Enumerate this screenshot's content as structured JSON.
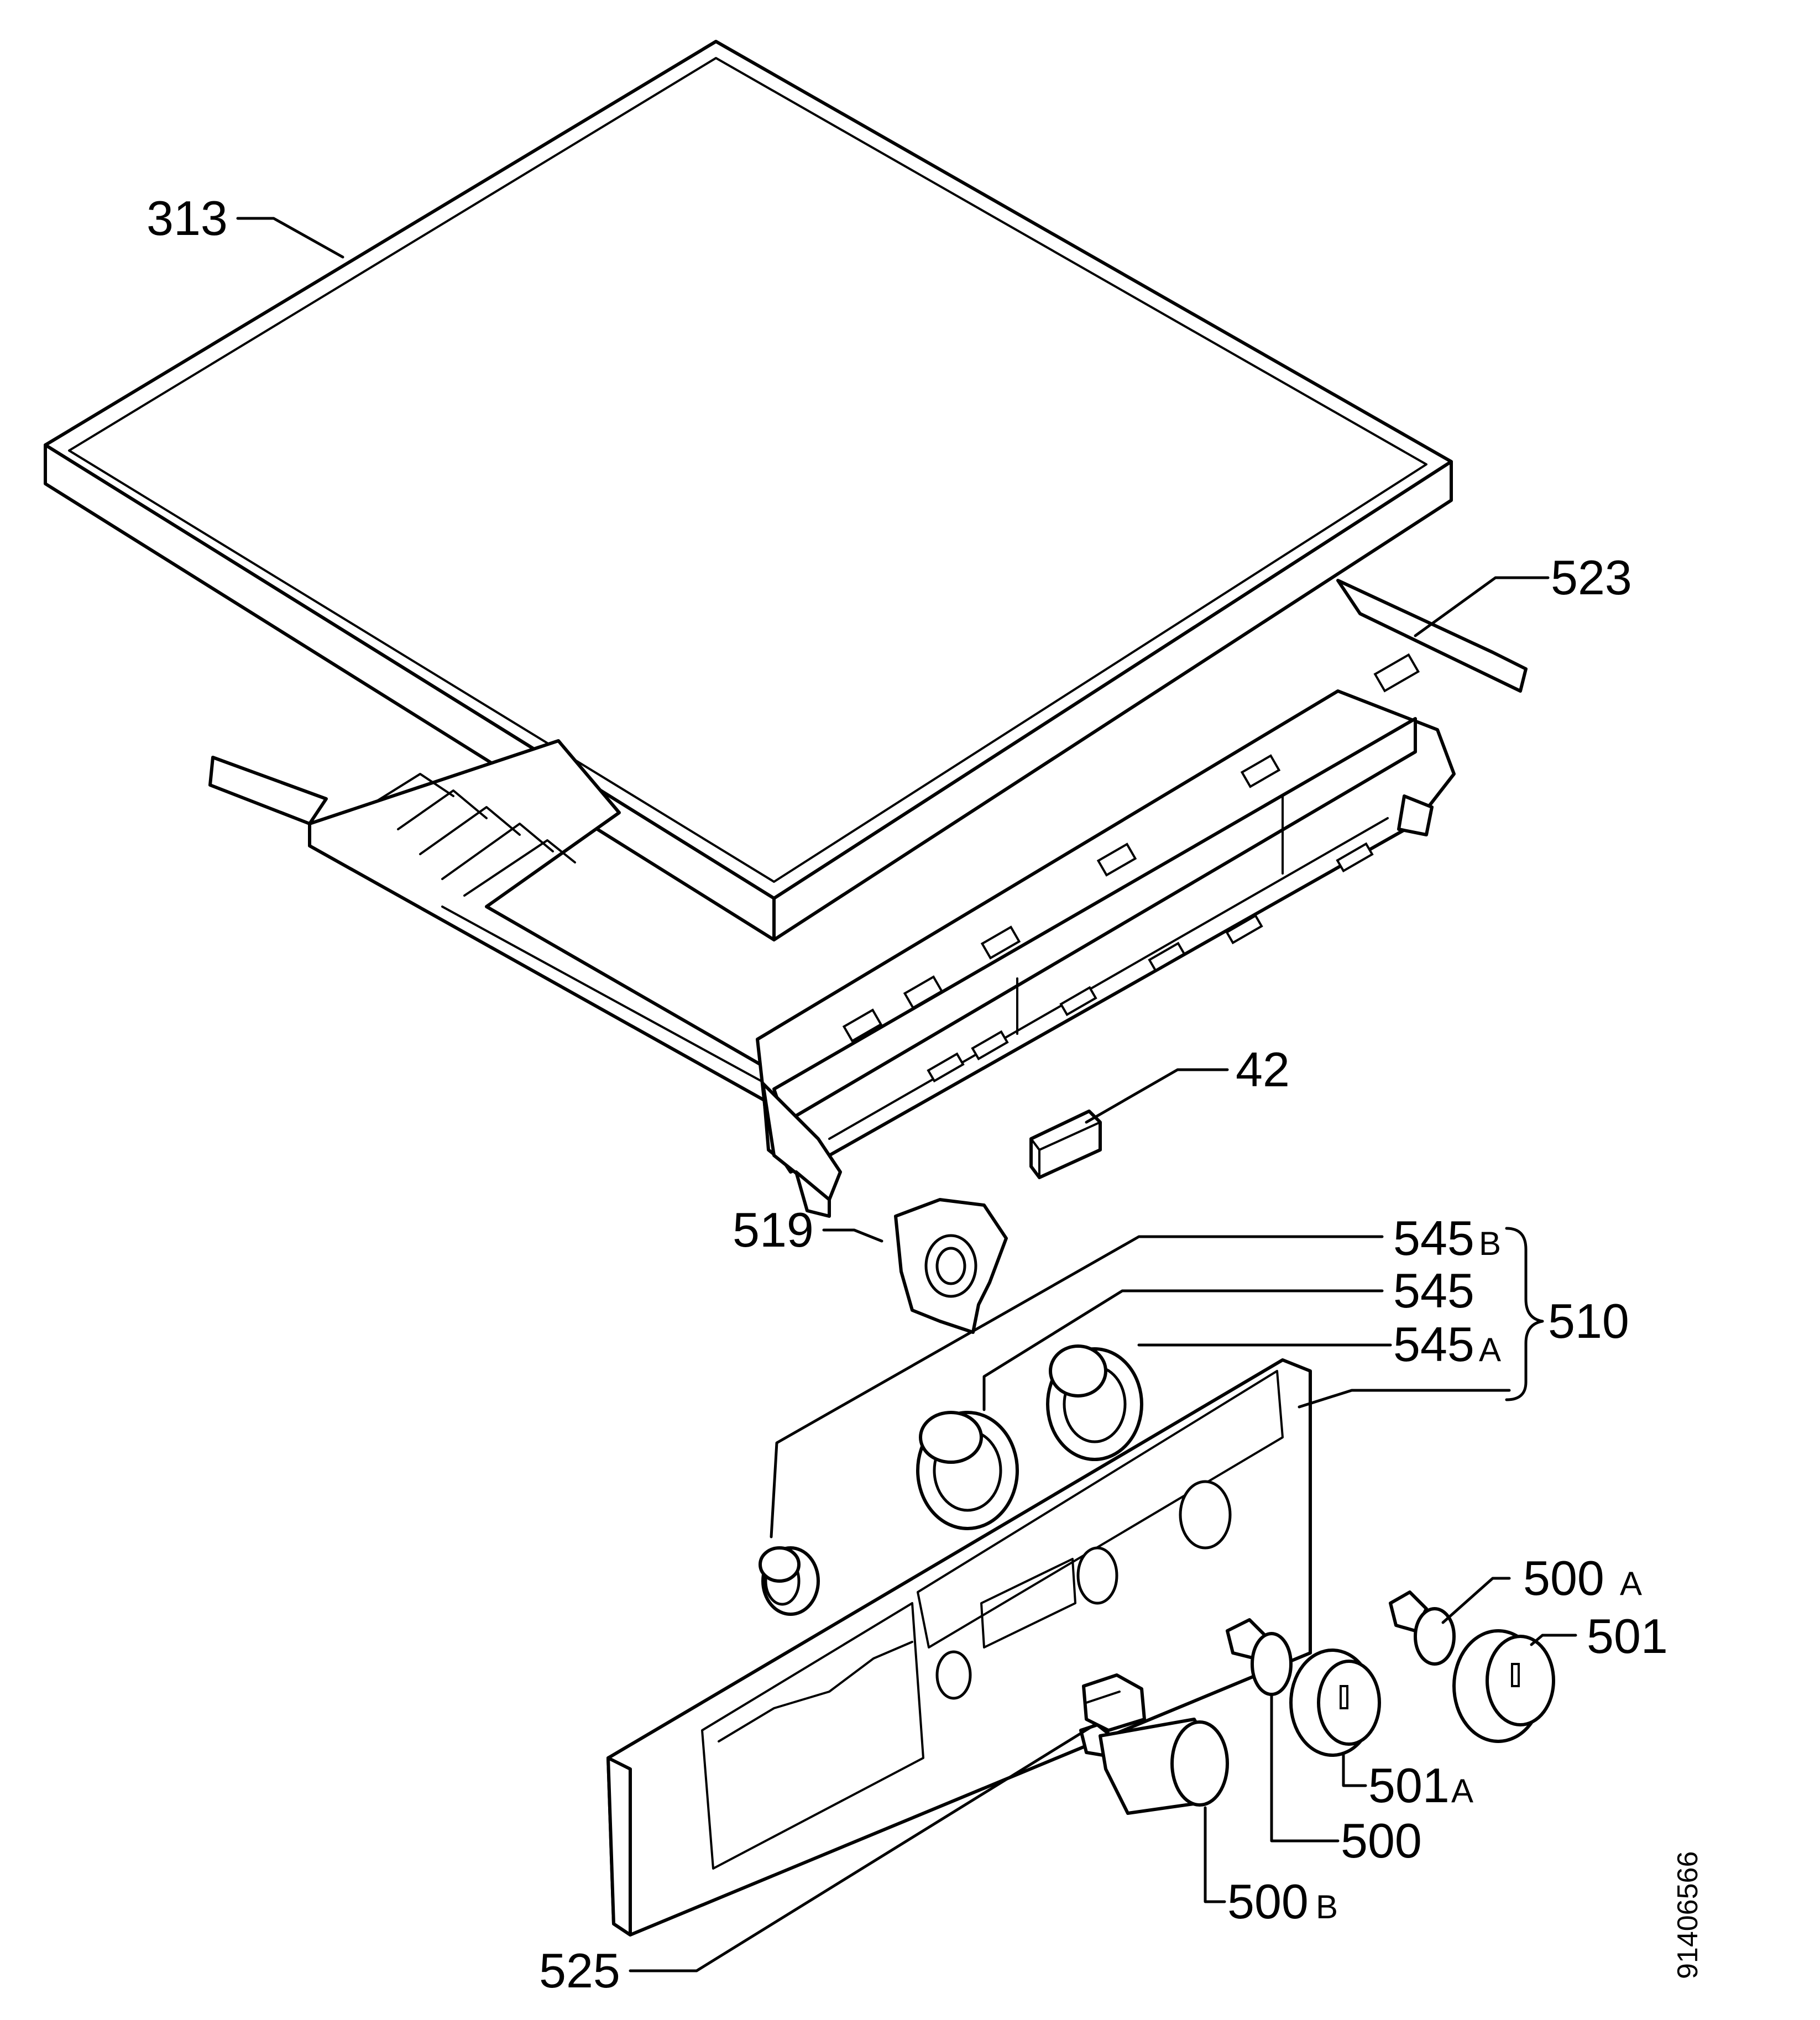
{
  "diagram": {
    "labels": {
      "p313": "313",
      "p523": "523",
      "p42": "42",
      "p519": "519",
      "p545B": "545",
      "p545B_suffix": "B",
      "p545": "545",
      "p545A": "545",
      "p545A_suffix": "A",
      "p510": "510",
      "p500A": "500",
      "p500A_suffix": "A",
      "p501": "501",
      "p501A": "501",
      "p501A_suffix": "A",
      "p500": "500",
      "p500B": "500",
      "p500B_suffix": "B",
      "p525": "525"
    },
    "document_number": "91406566"
  }
}
